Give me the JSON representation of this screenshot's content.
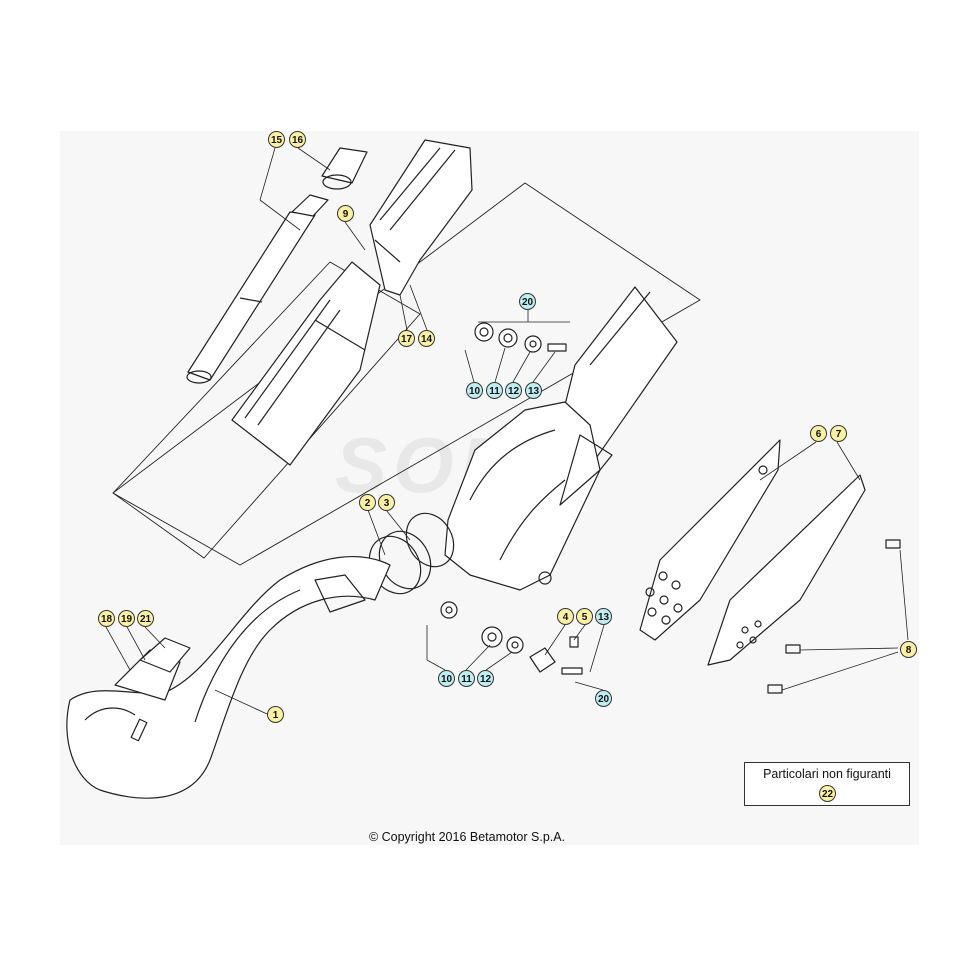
{
  "diagram": {
    "watermark": "SOR",
    "copyright": "© Copyright 2016 Betamotor S.p.A.",
    "legend": {
      "text": "Particolari non figuranti",
      "part": "22"
    },
    "colors": {
      "yellow_label": "#fbf1a4",
      "cyan_label": "#bfeef2",
      "line": "#222222"
    },
    "labels": {
      "l15": "15",
      "l16": "16",
      "l9": "9",
      "l17": "17",
      "l14": "14",
      "l20a": "20",
      "l10a": "10",
      "l11a": "11",
      "l12a": "12",
      "l13a": "13",
      "l6": "6",
      "l7": "7",
      "l2": "2",
      "l3": "3",
      "l4": "4",
      "l5": "5",
      "l13b": "13",
      "l10b": "10",
      "l11b": "11",
      "l12b": "12",
      "l20b": "20",
      "l18": "18",
      "l19": "19",
      "l21": "21",
      "l1": "1",
      "l8": "8"
    }
  }
}
